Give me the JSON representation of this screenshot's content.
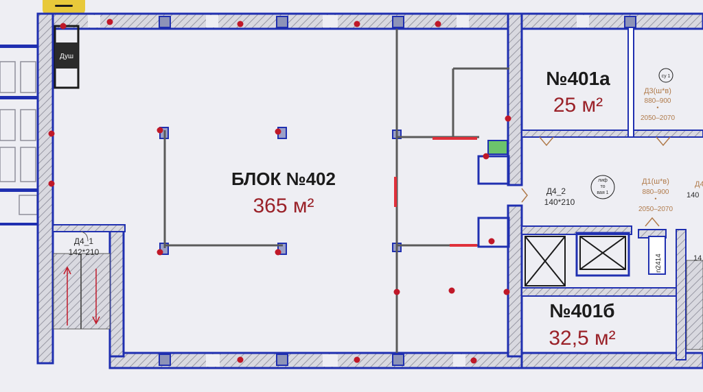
{
  "rooms": {
    "block_402": {
      "name": "БЛОК №402",
      "area": "365 м²"
    },
    "room_401a": {
      "name": "№401а",
      "area": "25 м²"
    },
    "room_401b": {
      "name": "№401б",
      "area": "32,5 м²"
    }
  },
  "labels": {
    "shower": "Душ",
    "d4_1_name": "Д4_1",
    "d4_1_size": "142*210",
    "d4_2_name": "Д4_2",
    "d4_2_size": "140*210",
    "d3_name": "Д3(ш*в)",
    "d3_w": "880–900",
    "d3_h": "2050–2070",
    "d1_name": "Д1(ш*в)",
    "d1_w": "880–900",
    "d1_h": "2050–2070",
    "su": "су 1",
    "lift_1": "лиф",
    "lift_2": "то",
    "lift_3": "вая 1",
    "n2414": "n2414",
    "edge_d4": "Д4",
    "edge_140": "140",
    "edge_14": "14",
    "dot": "•"
  },
  "colors": {
    "wall_blue": "#1f2fb0",
    "wall_hatch": "#a9a9b4",
    "partition": "#5a5a5a",
    "marker_red": "#c01828",
    "area_red": "#9a2128",
    "cut_red": "#e0303a",
    "door_green": "#6cc46c"
  }
}
